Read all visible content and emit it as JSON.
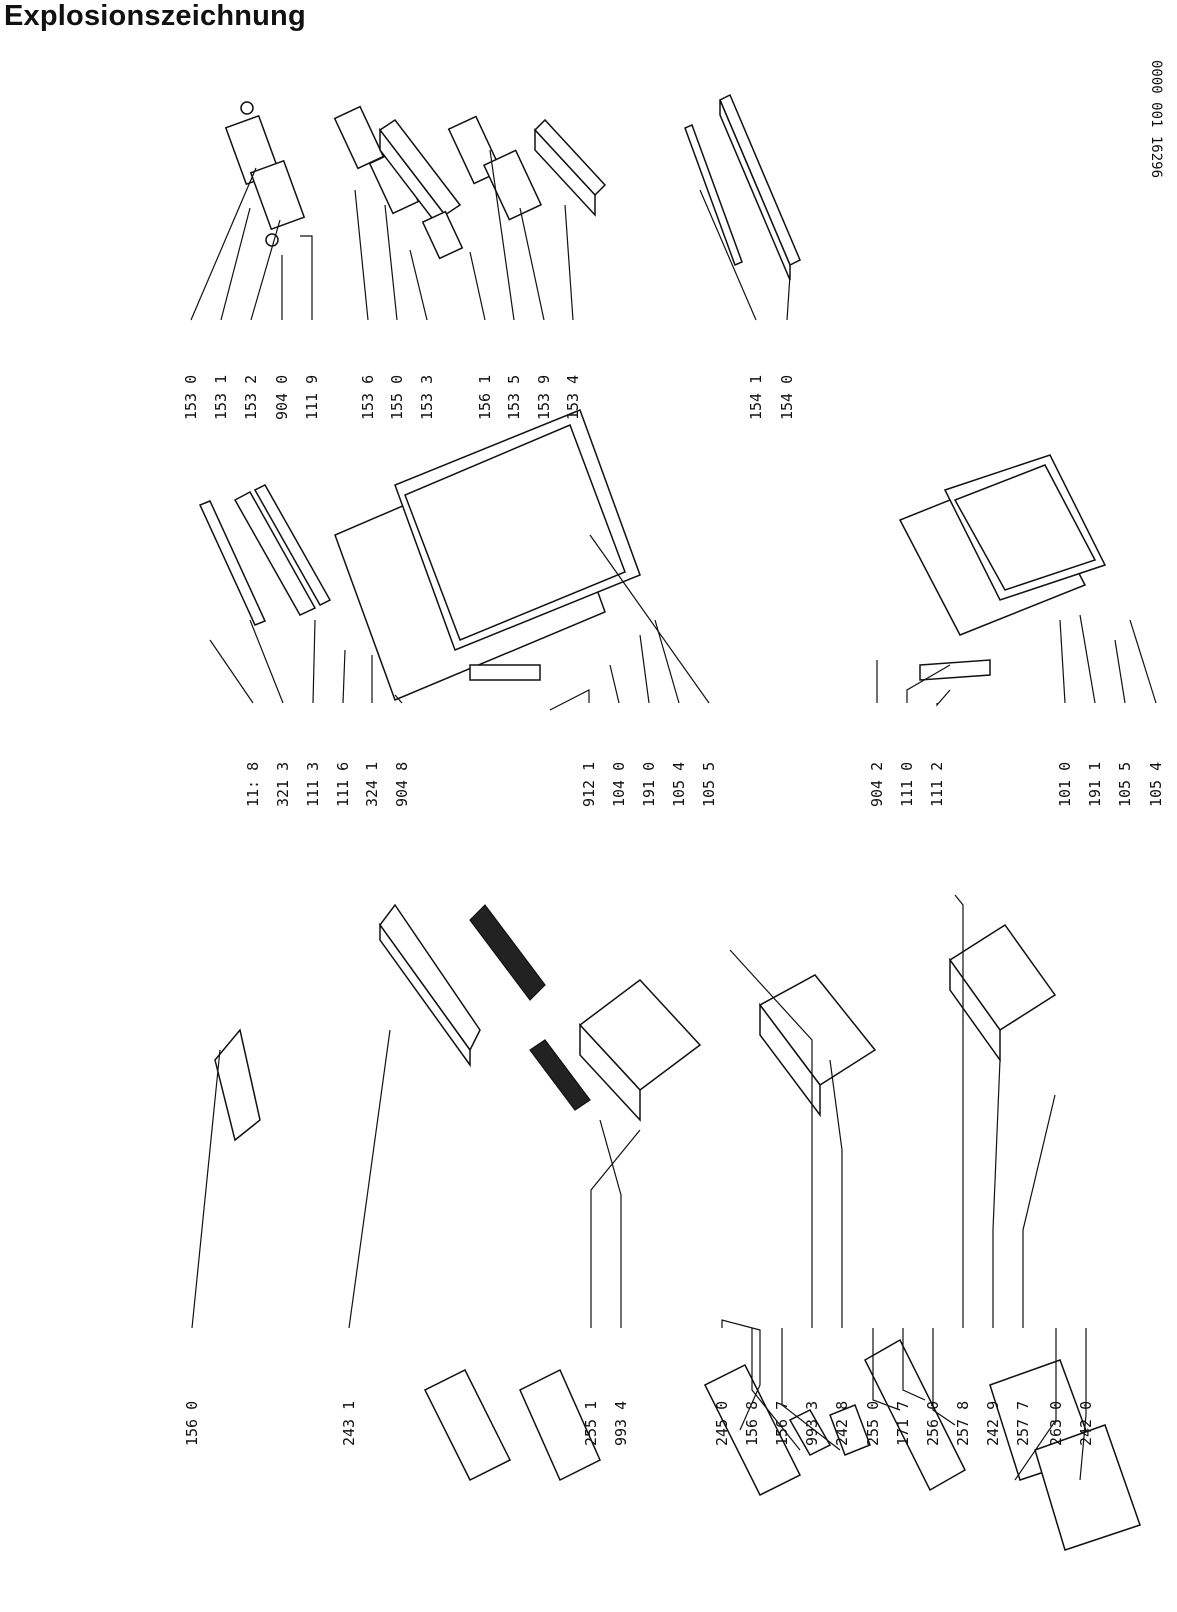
{
  "page": {
    "title": "Explosionszeichnung",
    "doc_code": "0000 001  16296"
  },
  "groups": [
    {
      "id": "top-left-door-accessories",
      "labels": [
        "153 0",
        "153 1",
        "153 2",
        "904 0",
        "111 9",
        "153 6",
        "155 0",
        "153 3",
        "156 1",
        "153 5",
        "153 9",
        "153 4"
      ]
    },
    {
      "id": "top-right-rail",
      "labels": [
        "154 1",
        "154 0"
      ]
    },
    {
      "id": "middle-left-door",
      "labels": [
        "11: 8",
        "321 3",
        "111 3",
        "111 6",
        "324 1",
        "904 8",
        "912 1",
        "104 0",
        "191 0",
        "105 4",
        "105 5"
      ]
    },
    {
      "id": "middle-right-door",
      "labels": [
        "904 2",
        "111 0",
        "111 2",
        "101 0",
        "191 1",
        "105 5",
        "105 4"
      ]
    },
    {
      "id": "bottom-left-shelf",
      "labels": [
        "156 0",
        "243 1",
        "255 1",
        "993 4"
      ]
    },
    {
      "id": "bottom-right-drawers",
      "labels": [
        "245 0",
        "156 8",
        "156 7",
        "993 3",
        "242 8",
        "255 0",
        "171 7",
        "256 0",
        "257 8",
        "242 9",
        "257 7",
        "263 0",
        "242 0"
      ]
    }
  ]
}
